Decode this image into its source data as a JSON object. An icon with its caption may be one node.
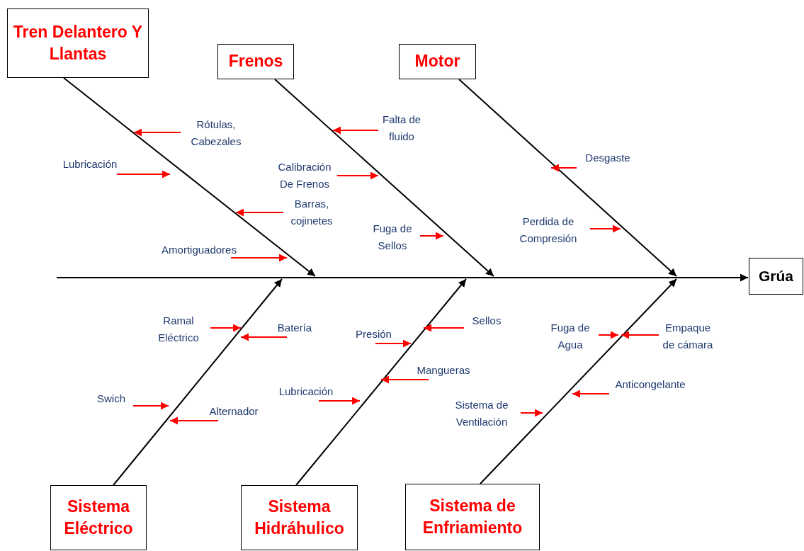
{
  "diagram": {
    "nodes": [
      {
        "text": [
          "Tren Delantero Y Llantas"
        ]
      },
      {
        "text": [
          "Frenos"
        ]
      },
      {
        "text": [
          "Motor"
        ]
      },
      {
        "text": [
          "Grúa"
        ]
      },
      {
        "text": [
          "Sistema Eléctrico"
        ]
      },
      {
        "text": [
          "Sistema Hidráhulico"
        ]
      },
      {
        "text": [
          "Sistema de Enfriamiento"
        ]
      },
      {
        "text": [
          "Rótulas, Cabezales"
        ]
      },
      {
        "text": [
          "Lubricación"
        ]
      },
      {
        "text": [
          "Falta de fluido"
        ]
      },
      {
        "text": [
          "Calibración De Frenos"
        ]
      },
      {
        "text": [
          "Desgaste"
        ]
      },
      {
        "text": [
          "Barras, cojinetes"
        ]
      },
      {
        "text": [
          "Fuga de Sellos"
        ]
      },
      {
        "text": [
          "Perdida de Compresión"
        ]
      },
      {
        "text": [
          "Amortiguadores"
        ]
      },
      {
        "text": [
          "Ramal Eléctrico"
        ]
      },
      {
        "text": [
          "Batería"
        ]
      },
      {
        "text": [
          "Sellos"
        ]
      },
      {
        "text": [
          "Presión"
        ]
      },
      {
        "text": [
          "Fuga de Agua"
        ]
      },
      {
        "text": [
          "Empaque de cámara"
        ]
      },
      {
        "text": [
          "Mangueras"
        ]
      },
      {
        "text": [
          "Anticongelante"
        ]
      },
      {
        "text": [
          "Lubricación"
        ]
      },
      {
        "text": [
          "Swich"
        ]
      },
      {
        "text": [
          "Sistema de Ventilación"
        ]
      },
      {
        "text": [
          "Alternador"
        ]
      }
    ],
    "edges": [
      {
        "from": 0,
        "to": null,
        "arrow": "to",
        "color": "#000000"
      },
      {
        "from": 1,
        "to": null,
        "arrow": "to",
        "color": "#000000"
      },
      {
        "from": 2,
        "to": null,
        "arrow": "to",
        "color": "#000000"
      },
      {
        "from": null,
        "to": 3,
        "arrow": "to",
        "color": "#000000"
      },
      {
        "from": 4,
        "to": null,
        "arrow": "to",
        "color": "#000000"
      },
      {
        "from": 5,
        "to": null,
        "arrow": "to",
        "color": "#000000"
      },
      {
        "from": 6,
        "to": null,
        "arrow": "to",
        "color": "#000000"
      },
      {
        "from": 7,
        "to": null,
        "arrow": "to"
      },
      {
        "from": 8,
        "to": null,
        "arrow": "to"
      },
      {
        "from": 9,
        "to": null,
        "arrow": "to"
      },
      {
        "from": 10,
        "to": null,
        "arrow": "to"
      },
      {
        "from": 11,
        "to": null,
        "arrow": "to"
      },
      {
        "from": 12,
        "to": null,
        "arrow": "to"
      },
      {
        "from": 13,
        "to": null,
        "arrow": "to"
      },
      {
        "from": 14,
        "to": null,
        "arrow": "to"
      },
      {
        "from": 15,
        "to": null,
        "arrow": "to"
      },
      {
        "from": 16,
        "to": null,
        "arrow": "to"
      },
      {
        "from": 17,
        "to": null,
        "arrow": "to"
      },
      {
        "from": 18,
        "to": null,
        "arrow": "to"
      },
      {
        "from": 19,
        "to": null,
        "arrow": "to"
      },
      {
        "from": 20,
        "to": null,
        "arrow": "to"
      },
      {
        "from": 21,
        "to": null,
        "arrow": "to"
      },
      {
        "from": 22,
        "to": null,
        "arrow": "to"
      },
      {
        "from": 23,
        "to": null,
        "arrow": "to"
      },
      {
        "from": 24,
        "to": null,
        "arrow": "to"
      },
      {
        "from": 25,
        "to": null,
        "arrow": "to"
      },
      {
        "from": 26,
        "to": null,
        "arrow": "to"
      },
      {
        "from": 27,
        "to": null,
        "arrow": "to"
      }
    ]
  }
}
